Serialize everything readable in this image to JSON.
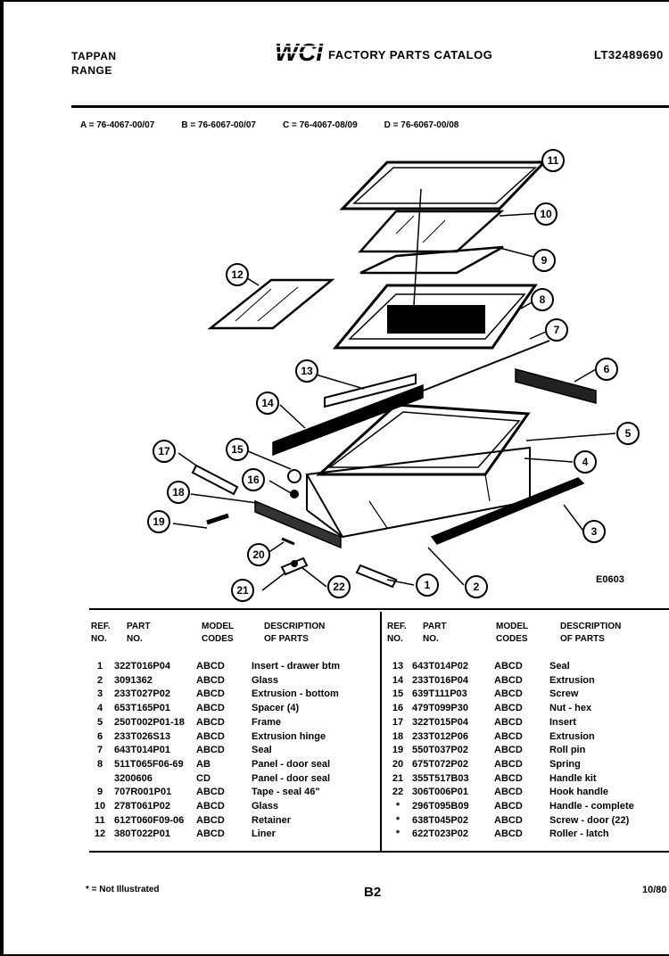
{
  "header": {
    "brand_line1": "TAPPAN",
    "brand_line2": "RANGE",
    "logo_text": "WCI",
    "catalog_title": "FACTORY PARTS CATALOG",
    "catalog_number": "LT32489690"
  },
  "models": [
    "A = 76-4067-00/07",
    "B = 76-6067-00/07",
    "C = 76-4067-08/09",
    "D = 76-6067-00/08"
  ],
  "diagram": {
    "code": "E0603",
    "callouts": [
      "1",
      "2",
      "3",
      "4",
      "5",
      "6",
      "7",
      "8",
      "9",
      "10",
      "11",
      "12",
      "13",
      "14",
      "15",
      "16",
      "17",
      "18",
      "19",
      "20",
      "21",
      "22"
    ]
  },
  "table": {
    "headers": {
      "ref_line1": "REF.",
      "ref_line2": "NO.",
      "part_line1": "PART",
      "part_line2": "NO.",
      "model_line1": "MODEL",
      "model_line2": "CODES",
      "desc_line1": "DESCRIPTION",
      "desc_line2": "OF PARTS"
    },
    "left_rows": [
      {
        "ref": "1",
        "part": "322T016P04",
        "codes": "ABCD",
        "desc": "Insert - drawer btm"
      },
      {
        "ref": "2",
        "part": "3091362",
        "codes": "ABCD",
        "desc": "Glass"
      },
      {
        "ref": "3",
        "part": "233T027P02",
        "codes": "ABCD",
        "desc": "Extrusion - bottom"
      },
      {
        "ref": "4",
        "part": "653T165P01",
        "codes": "ABCD",
        "desc": "Spacer (4)"
      },
      {
        "ref": "5",
        "part": "250T002P01-18",
        "codes": "ABCD",
        "desc": "Frame"
      },
      {
        "ref": "6",
        "part": "233T026S13",
        "codes": "ABCD",
        "desc": "Extrusion hinge"
      },
      {
        "ref": "7",
        "part": "643T014P01",
        "codes": "ABCD",
        "desc": "Seal"
      },
      {
        "ref": "8",
        "part": "511T065F06-69",
        "codes": "AB",
        "desc": "Panel - door seal"
      },
      {
        "ref": "",
        "part": "3200606",
        "codes": "CD",
        "desc": "Panel - door seal"
      },
      {
        "ref": "9",
        "part": "707R001P01",
        "codes": "ABCD",
        "desc": "Tape - seal 46\""
      },
      {
        "ref": "10",
        "part": "278T061P02",
        "codes": "ABCD",
        "desc": "Glass"
      },
      {
        "ref": "11",
        "part": "612T060F09-06",
        "codes": "ABCD",
        "desc": "Retainer"
      },
      {
        "ref": "12",
        "part": "380T022P01",
        "codes": "ABCD",
        "desc": "Liner"
      }
    ],
    "right_rows": [
      {
        "ref": "13",
        "part": "643T014P02",
        "codes": "ABCD",
        "desc": "Seal"
      },
      {
        "ref": "14",
        "part": "233T016P04",
        "codes": "ABCD",
        "desc": "Extrusion"
      },
      {
        "ref": "15",
        "part": "639T111P03",
        "codes": "ABCD",
        "desc": "Screw"
      },
      {
        "ref": "16",
        "part": "479T099P30",
        "codes": "ABCD",
        "desc": "Nut - hex"
      },
      {
        "ref": "17",
        "part": "322T015P04",
        "codes": "ABCD",
        "desc": "Insert"
      },
      {
        "ref": "18",
        "part": "233T012P06",
        "codes": "ABCD",
        "desc": "Extrusion"
      },
      {
        "ref": "19",
        "part": "550T037P02",
        "codes": "ABCD",
        "desc": "Roll pin"
      },
      {
        "ref": "20",
        "part": "675T072P02",
        "codes": "ABCD",
        "desc": "Spring"
      },
      {
        "ref": "21",
        "part": "355T517B03",
        "codes": "ABCD",
        "desc": "Handle kit"
      },
      {
        "ref": "22",
        "part": "306T006P01",
        "codes": "ABCD",
        "desc": "Hook handle"
      },
      {
        "ref": "*",
        "part": "296T095B09",
        "codes": "ABCD",
        "desc": "Handle - complete"
      },
      {
        "ref": "*",
        "part": "638T045P02",
        "codes": "ABCD",
        "desc": "Screw - door (22)"
      },
      {
        "ref": "*",
        "part": "622T023P02",
        "codes": "ABCD",
        "desc": "Roller - latch"
      }
    ]
  },
  "footer": {
    "note": "* = Not Illustrated",
    "page": "B2",
    "date": "10/80"
  }
}
